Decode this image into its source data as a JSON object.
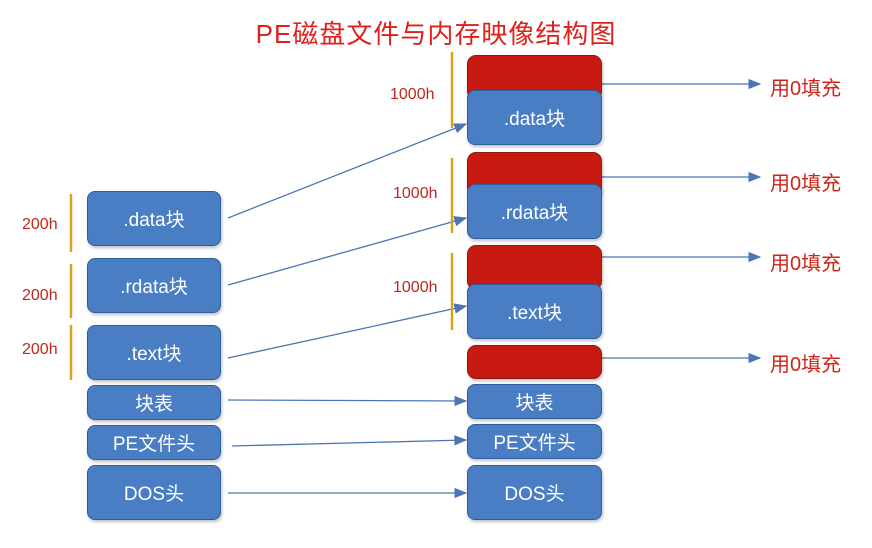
{
  "title": "PE磁盘文件与内存映像结构图",
  "disk": {
    "data": ".data块",
    "rdata": ".rdata块",
    "text": ".text块",
    "section_table": "块表",
    "pe_header": "PE文件头",
    "dos_header": "DOS头",
    "size_data": "200h",
    "size_rdata": "200h",
    "size_text": "200h"
  },
  "memory": {
    "data": ".data块",
    "rdata": ".rdata块",
    "text": ".text块",
    "section_table": "块表",
    "pe_header": "PE文件头",
    "dos_header": "DOS头",
    "size_data": "1000h",
    "size_rdata": "1000h",
    "size_text": "1000h"
  },
  "fill_labels": [
    "用0填充",
    "用0填充",
    "用0填充",
    "用0填充"
  ],
  "colors": {
    "block_blue": "#4a7ec4",
    "padding_red": "#c81a10",
    "arrow": "#4a76b4",
    "bracket": "#d8a21c",
    "title": "#e0201a"
  }
}
